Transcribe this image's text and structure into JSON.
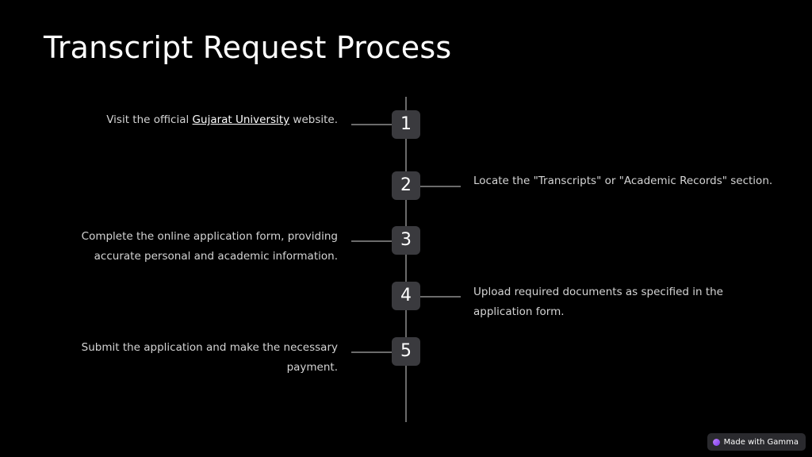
{
  "title": "Transcript Request Process",
  "steps": [
    {
      "number": "1",
      "text_before": "Visit the official ",
      "link": "Gujarat University",
      "text_after": " website."
    },
    {
      "number": "2",
      "text": "Locate the \"Transcripts\" or \"Academic Records\" section."
    },
    {
      "number": "3",
      "line1": "Complete the online application form, providing",
      "line2": "accurate personal and academic information."
    },
    {
      "number": "4",
      "line1": "Upload required documents as specified in the",
      "line2": "application form."
    },
    {
      "number": "5",
      "line1": "Submit the application and make the necessary",
      "line2": "payment."
    }
  ],
  "badge": {
    "label": "Made with Gamma",
    "icon": "gamma-logo-icon"
  },
  "colors": {
    "background": "#000000",
    "step_box": "#3a3a3e",
    "line": "#6b6b6b",
    "text": "#d4d4d4"
  }
}
